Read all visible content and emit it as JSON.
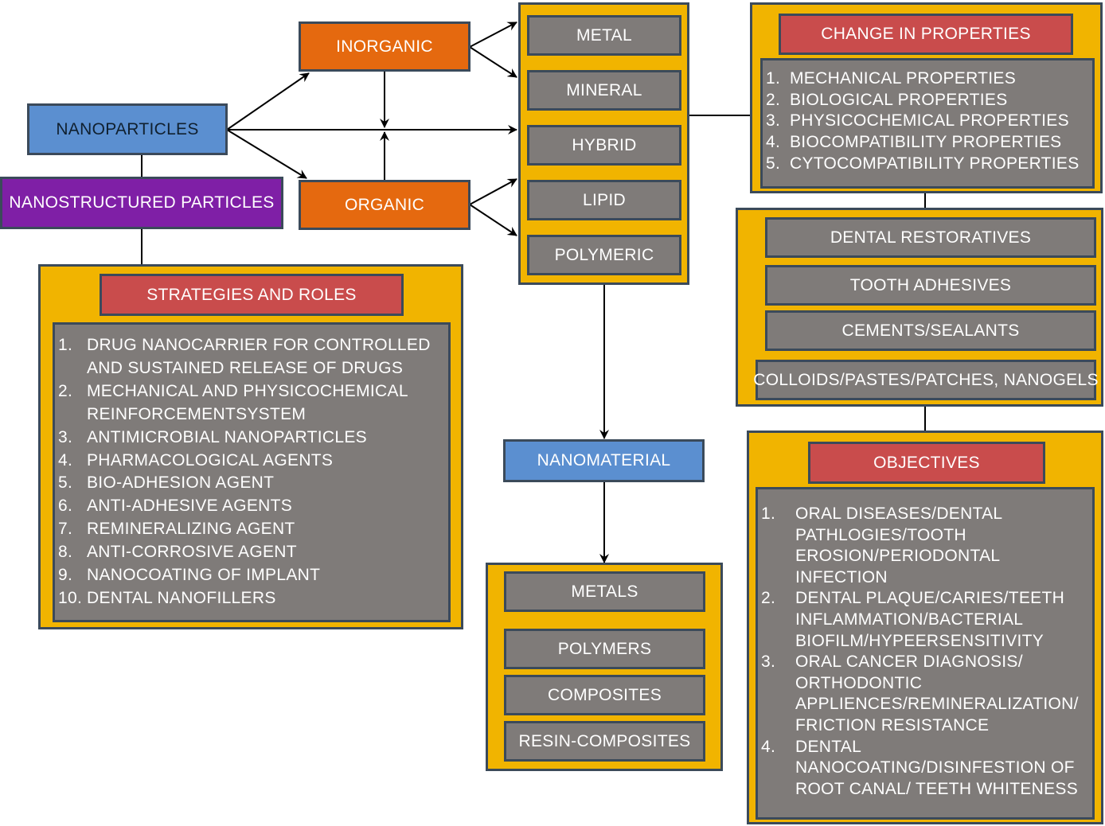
{
  "colors": {
    "blue": "#5b8fd0",
    "orange": "#e5690f",
    "purple": "#7f1fa6",
    "red": "#c94c4c",
    "gray": "#7f7b79",
    "gold": "#f1b400",
    "border": "#3b4a5a"
  },
  "nodes": {
    "nanoparticles": "NANOPARTICLES",
    "nanostructured": "NANOSTRUCTURED PARTICLES",
    "inorganic": "INORGANIC",
    "organic": "ORGANIC",
    "nanomaterial": "NANOMATERIAL"
  },
  "types": [
    "METAL",
    "MINERAL",
    "HYBRID",
    "LIPID",
    "POLYMERIC"
  ],
  "materials": [
    "METALS",
    "POLYMERS",
    "COMPOSITES",
    "RESIN-COMPOSITES"
  ],
  "strategies": {
    "title": "STRATEGIES AND ROLES",
    "items": [
      {
        "num": "1.",
        "text": "DRUG NANOCARRIER FOR CONTROLLED AND SUSTAINED RELEASE OF DRUGS"
      },
      {
        "num": "2.",
        "text": "MECHANICAL AND PHYSICOCHEMICAL REINFORCEMENTSYSTEM"
      },
      {
        "num": "3.",
        "text": "ANTIMICROBIAL NANOPARTICLES"
      },
      {
        "num": "4.",
        "text": "PHARMACOLOGICAL AGENTS"
      },
      {
        "num": "5.",
        "text": "BIO-ADHESION AGENT"
      },
      {
        "num": "6.",
        "text": "ANTI-ADHESIVE AGENTS"
      },
      {
        "num": "7.",
        "text": "REMINERALIZING AGENT"
      },
      {
        "num": "8.",
        "text": "ANTI-CORROSIVE AGENT"
      },
      {
        "num": "9.",
        "text": "NANOCOATING OF IMPLANT"
      },
      {
        "num": "10.",
        "text": "DENTAL NANOFILLERS"
      }
    ]
  },
  "properties": {
    "title": "CHANGE IN PROPERTIES",
    "items": [
      {
        "num": "1.",
        "text": "MECHANICAL PROPERTIES"
      },
      {
        "num": "2.",
        "text": "BIOLOGICAL PROPERTIES"
      },
      {
        "num": "3.",
        "text": "PHYSICOCHEMICAL PROPERTIES"
      },
      {
        "num": "4.",
        "text": "BIOCOMPATIBILITY PROPERTIES"
      },
      {
        "num": "5.",
        "text": "CYTOCOMPATIBILITY PROPERTIES"
      }
    ]
  },
  "applications": [
    "DENTAL RESTORATIVES",
    "TOOTH ADHESIVES",
    "CEMENTS/SEALANTS",
    "COLLOIDS/PASTES/PATCHES, NANOGELS"
  ],
  "objectives": {
    "title": "OBJECTIVES",
    "items": [
      {
        "num": "1.",
        "text": "ORAL DISEASES/DENTAL PATHLOGIES/TOOTH EROSION/PERIODONTAL INFECTION"
      },
      {
        "num": "2.",
        "text": "DENTAL PLAQUE/CARIES/TEETH INFLAMMATION/BACTERIAL BIOFILM/HYPEERSENSITIVITY"
      },
      {
        "num": "3.",
        "text": "ORAL CANCER DIAGNOSIS/ ORTHODONTIC APPLIENCES/REMINERALIZATION/ FRICTION RESISTANCE"
      },
      {
        "num": "4.",
        "text": "DENTAL NANOCOATING/DISINFESTION OF ROOT CANAL/ TEETH WHITENESS"
      }
    ]
  }
}
